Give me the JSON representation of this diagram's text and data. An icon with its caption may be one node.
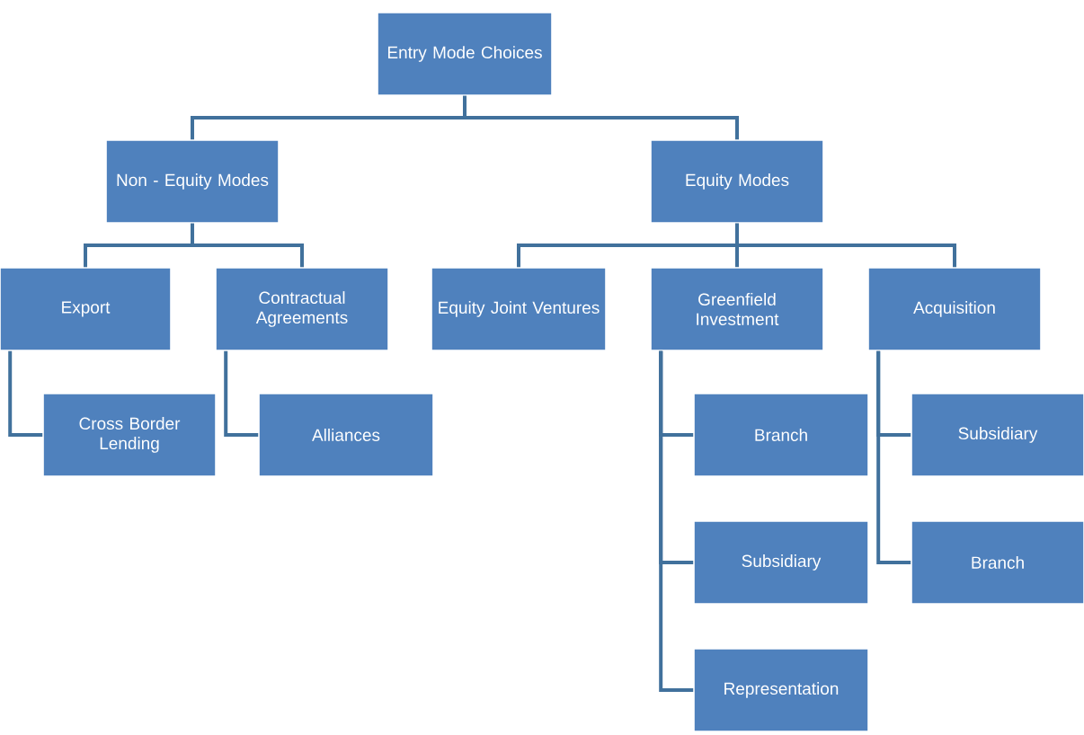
{
  "diagram": {
    "nodes": [
      {
        "text": [
          "Entry Mode Choices"
        ]
      },
      {
        "text": [
          "Non - Equity Modes"
        ]
      },
      {
        "text": [
          "Equity Modes"
        ]
      },
      {
        "text": [
          "Export"
        ]
      },
      {
        "text": [
          "Contractual Agreements"
        ]
      },
      {
        "text": [
          "Equity Joint Ventures"
        ]
      },
      {
        "text": [
          "Greenfield Investment"
        ]
      },
      {
        "text": [
          "Acquisition"
        ]
      },
      {
        "text": [
          "Cross Border Lending"
        ]
      },
      {
        "text": [
          "Alliances"
        ]
      },
      {
        "text": [
          "Branch"
        ]
      },
      {
        "text": [
          "Subsidiary"
        ]
      },
      {
        "text": [
          "Representation"
        ]
      },
      {
        "text": [
          "Subsidiary"
        ]
      },
      {
        "text": [
          "Branch"
        ]
      }
    ],
    "edges": [
      {
        "from": 0,
        "to": 1,
        "arrow": "none"
      },
      {
        "from": 0,
        "to": 2,
        "arrow": "none"
      },
      {
        "from": 1,
        "to": 3,
        "arrow": "none"
      },
      {
        "from": 1,
        "to": 4,
        "arrow": "none"
      },
      {
        "from": 2,
        "to": 5,
        "arrow": "none"
      },
      {
        "from": 2,
        "to": 6,
        "arrow": "none"
      },
      {
        "from": 2,
        "to": 7,
        "arrow": "none"
      },
      {
        "from": 3,
        "to": 8,
        "arrow": "none"
      },
      {
        "from": 4,
        "to": 9,
        "arrow": "none"
      },
      {
        "from": 6,
        "to": 10,
        "arrow": "none"
      },
      {
        "from": 6,
        "to": 11,
        "arrow": "none"
      },
      {
        "from": 6,
        "to": 12,
        "arrow": "none"
      },
      {
        "from": 7,
        "to": 13,
        "arrow": "none"
      },
      {
        "from": 7,
        "to": 14,
        "arrow": "none"
      }
    ]
  }
}
